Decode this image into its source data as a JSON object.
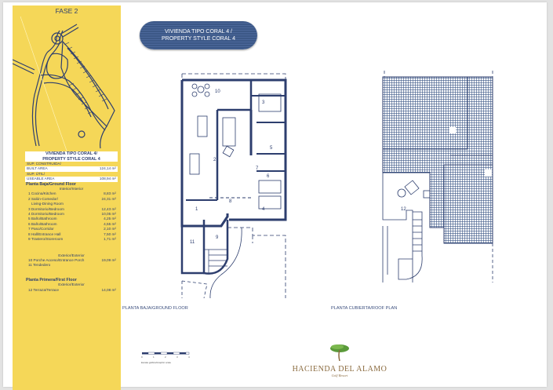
{
  "sidebar": {
    "title": "FASE 2",
    "spec": {
      "header_line1": "VIVIENDA TIPO CORAL 4/",
      "header_line2": "PROPERTY STYLE CORAL 4",
      "built_label_1": "SUP. CONSTRUIDA/",
      "built_label_2": "BUILT AREA",
      "built_value": "124,14 m²",
      "usable_label_1": "SUP. ÚTIL/",
      "usable_label_2": "USEABLE AREA",
      "usable_value": "108,94 m²",
      "ground_floor_title": "Planta Baja/Ground Floor",
      "interior_label": "Interior/Interior",
      "rooms": [
        {
          "label": "1 Cocina/Kitchen",
          "value": "8,83 m²"
        },
        {
          "label": "2 Salón-Comedor/",
          "value": "24,31 m²"
        },
        {
          "label": "Living-Dining Room",
          "value": ""
        },
        {
          "label": "3 Dormitorio/Bedroom",
          "value": "12,43 m²"
        },
        {
          "label": "4 Dormitorio/Bedroom",
          "value": "10,05 m²"
        },
        {
          "label": "5 Baño/Bathroom",
          "value": "4,25 m²"
        },
        {
          "label": "6 Baño/Bathroom",
          "value": "4,55 m²"
        },
        {
          "label": "7 Paso/Corridor",
          "value": "2,10 m²"
        },
        {
          "label": "8 Hall/Entrance Hall",
          "value": "7,50 m²"
        },
        {
          "label": "9 Trastero/Storeroom",
          "value": "1,71 m²"
        }
      ],
      "exterior_label": "Exterior/Exterior",
      "exterior_rooms": [
        {
          "label": "10 Porche Acceso/Entrance Porch",
          "value": "19,09 m²"
        },
        {
          "label": "11 Tendedero",
          "value": ""
        }
      ],
      "first_floor_title": "Planta Primera/First Floor",
      "first_exterior_label": "Exterior/Exterior",
      "first_rooms": [
        {
          "label": "12 Terraza/Terrace",
          "value": "14,08 m²"
        }
      ]
    }
  },
  "banner": {
    "line1": "VIVIENDA TIPO CORAL 4 /",
    "line2": "PROPERTY STYLE CORAL 4"
  },
  "ground_plan": {
    "caption": "PLANTA BAJA/GROUND FLOOR",
    "room_numbers": [
      "1",
      "2",
      "3",
      "4",
      "5",
      "6",
      "7",
      "8",
      "9",
      "10",
      "11"
    ]
  },
  "roof_plan": {
    "caption": "PLANTA CUBIERTA/ROOF PLAN",
    "room_numbers": [
      "12"
    ]
  },
  "scale": {
    "ticks": [
      "0",
      "1",
      "2",
      "3",
      "4"
    ],
    "label": "Escala gráfica/Graphic scale"
  },
  "logo": {
    "name": "HACIENDA DEL ALAMO",
    "subtitle": "Golf Resort"
  },
  "colors": {
    "sidebar_yellow": "#f5d758",
    "navy": "#2d3e6e",
    "banner_blue": "#3c5887",
    "logo_brown": "#8a6a3e",
    "logo_green": "#5a9a3a"
  }
}
